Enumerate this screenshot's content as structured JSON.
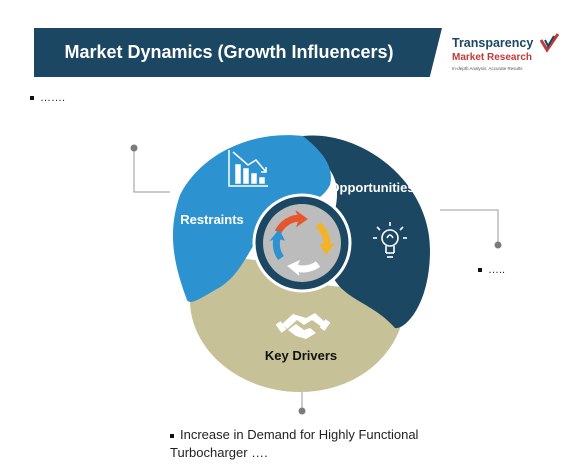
{
  "header": {
    "title": "Market Dynamics (Growth Influencers)",
    "logo": {
      "line1": "Transparency",
      "line2": "Market Research",
      "line3": "In-depth Analysis. Accurate Results"
    }
  },
  "diagram": {
    "segments": [
      {
        "id": "restraints",
        "label": "Restraints",
        "color": "#2d93d0",
        "icon": "declining-chart-icon"
      },
      {
        "id": "opportunities",
        "label": "Opportunities",
        "color": "#1b4763",
        "icon": "lightbulb-icon"
      },
      {
        "id": "key-drivers",
        "label": "Key Drivers",
        "color": "#c6c196",
        "icon": "handshake-icon"
      }
    ],
    "center_icon": "cycle-arrows-icon"
  },
  "notes": {
    "restraints": "…….",
    "opportunities": "…..",
    "key_drivers": "Increase in Demand for Highly Functional Turbocharger …."
  }
}
